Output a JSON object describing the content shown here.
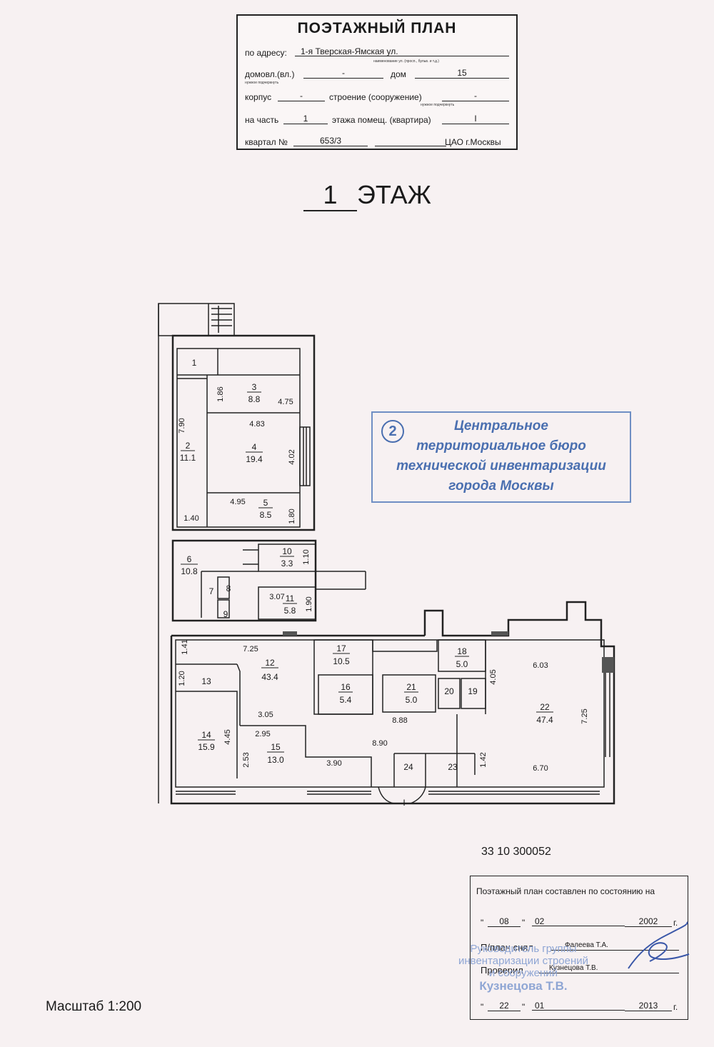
{
  "header": {
    "title": "ПОЭТАЖНЫЙ ПЛАН",
    "address_label": "по адресу:",
    "address_value": "1-я Тверская-Ямская  ул.",
    "address_hint": "наименование ул. (просп., бульв. и т.д.)",
    "domovl_label": "домовл.(вл.)",
    "domovl_value": "-",
    "domovl_hint": "нужное подчеркнуть",
    "dom_label": "дом",
    "dom_value": "15",
    "korpus_label": "корпус",
    "korpus_value": "-",
    "stroenie_label": "строение (сооружение)",
    "stroenie_value": "-",
    "stroenie_hint": "нужное подчеркнуть",
    "chast_label": "на часть",
    "chast_value": "1",
    "etazh_label": "этажа помещ. (квартира)",
    "etazh_value": "I",
    "kvartal_label": "квартал №",
    "kvartal_value": "653/3",
    "district": "ЦАО г.Москвы"
  },
  "floor_title": {
    "number": "1",
    "label": "ЭТАЖ"
  },
  "stamp": {
    "number": "2",
    "lines": [
      "Центральное",
      "территориальное бюро",
      "технической инвентаризации",
      "города Москвы"
    ],
    "color": "#4a6fb0"
  },
  "inventory_number": "33 10 300052",
  "info": {
    "heading": "Поэтажный план составлен по состоянию на",
    "date1_day": "08",
    "date1_month": "02",
    "date1_year": "2002",
    "year_suffix": "г.",
    "made_label": "П/план снял",
    "made_by": "Фалеева Т.А.",
    "checked_label": "Проверил",
    "checked_by": "Кузнецова Т.В.",
    "date2_day": "22",
    "date2_month": "01",
    "date2_year": "2013",
    "quote": "\""
  },
  "blue_stamp": {
    "line1": "Руководитель группы",
    "line2": "инвентаризации строений",
    "line3": "и сооружений",
    "line4": "Кузнецова Т.В.",
    "color": "#8fa6d4"
  },
  "scale": "Масштаб 1:200",
  "rooms": [
    {
      "id": "1",
      "area": ""
    },
    {
      "id": "2",
      "area": "11.1"
    },
    {
      "id": "3",
      "area": "8.8"
    },
    {
      "id": "4",
      "area": "19.4"
    },
    {
      "id": "5",
      "area": "8.5"
    },
    {
      "id": "6",
      "area": "10.8"
    },
    {
      "id": "7",
      "area": ""
    },
    {
      "id": "8",
      "area": ""
    },
    {
      "id": "9",
      "area": ""
    },
    {
      "id": "10",
      "area": "3.3"
    },
    {
      "id": "11",
      "area": "5.8"
    },
    {
      "id": "12",
      "area": "43.4"
    },
    {
      "id": "13",
      "area": ""
    },
    {
      "id": "14",
      "area": "15.9"
    },
    {
      "id": "15",
      "area": "13.0"
    },
    {
      "id": "16",
      "area": "5.4"
    },
    {
      "id": "17",
      "area": "10.5"
    },
    {
      "id": "18",
      "area": "5.0"
    },
    {
      "id": "19",
      "area": ""
    },
    {
      "id": "20",
      "area": ""
    },
    {
      "id": "21",
      "area": "5.0"
    },
    {
      "id": "22",
      "area": "47.4"
    },
    {
      "id": "23",
      "area": ""
    },
    {
      "id": "24",
      "area": ""
    }
  ],
  "dimensions": [
    "1.86",
    "4.75",
    "7.90",
    "4.83",
    "4.02",
    "4.95",
    "1.40",
    "1.80",
    "1.10",
    "3.07",
    "1.90",
    "7.25",
    "1.41",
    "1.20",
    "3.05",
    "4.45",
    "2.95",
    "2.53",
    "3.90",
    "8.90",
    "8.88",
    "4.05",
    "6.03",
    "7.25",
    "1.42",
    "6.70"
  ],
  "entrance_mark": "I"
}
